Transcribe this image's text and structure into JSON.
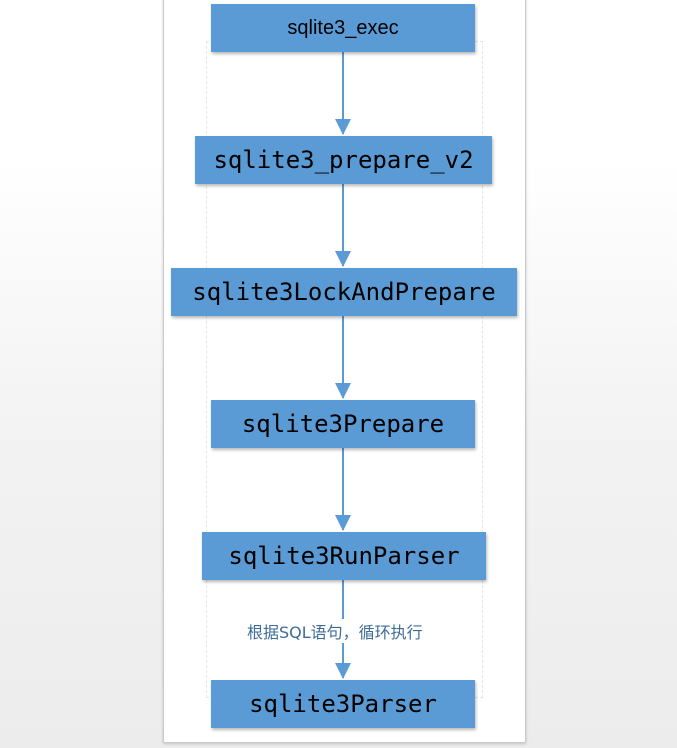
{
  "diagram": {
    "nodes": [
      {
        "id": "n1",
        "label": "sqlite3_exec"
      },
      {
        "id": "n2",
        "label": "sqlite3_prepare_v2"
      },
      {
        "id": "n3",
        "label": "sqlite3LockAndPrepare"
      },
      {
        "id": "n4",
        "label": "sqlite3Prepare"
      },
      {
        "id": "n5",
        "label": "sqlite3RunParser"
      },
      {
        "id": "n6",
        "label": "sqlite3Parser"
      }
    ],
    "edges": [
      {
        "from": "n1",
        "to": "n2",
        "label": ""
      },
      {
        "from": "n2",
        "to": "n3",
        "label": ""
      },
      {
        "from": "n3",
        "to": "n4",
        "label": ""
      },
      {
        "from": "n4",
        "to": "n5",
        "label": ""
      },
      {
        "from": "n5",
        "to": "n6",
        "label": "根据SQL语句，循环执行"
      }
    ],
    "colors": {
      "node_fill": "#5b9bd5",
      "arrow": "#5b9bd5",
      "label_text": "#3d6c98"
    }
  }
}
